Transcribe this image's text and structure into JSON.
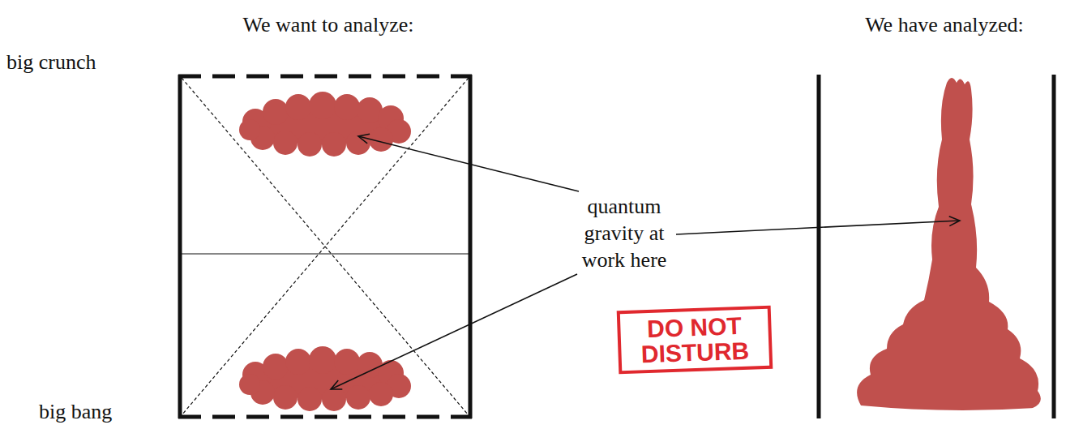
{
  "diagram": {
    "labels": [
      "We want to analyze:",
      "We have analyzed:",
      "big crunch",
      "quantum gravity at work here",
      "DO NOT DISTURB",
      "big bang"
    ]
  }
}
